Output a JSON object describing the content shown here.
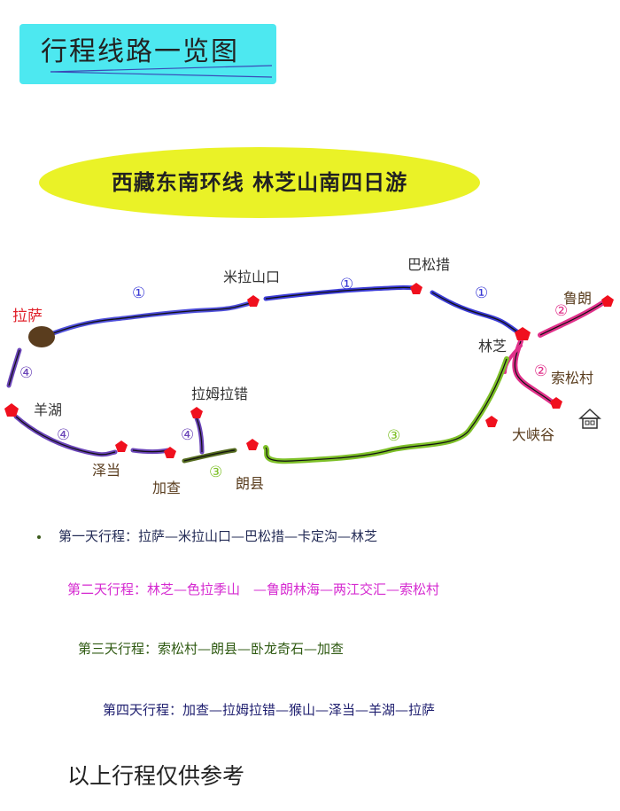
{
  "header": {
    "title": "行程线路一览图"
  },
  "banner": {
    "text": "西藏东南环线  林芝山南四日游"
  },
  "map": {
    "places": {
      "lhasa": "拉萨",
      "milashankou": "米拉山口",
      "basongcuo": "巴松措",
      "lulang": "鲁朗",
      "nyingchi": "林芝",
      "suosongcun": "索松村",
      "daxiagu": "大峡谷",
      "yanghu": "羊湖",
      "zedang": "泽当",
      "jiacha": "加查",
      "lamulacuo": "拉姆拉错",
      "langxian": "朗县"
    },
    "day_markers": {
      "d1": "①",
      "d2": "②",
      "d3": "③",
      "d4": "④"
    },
    "colors": {
      "day1": "#3b3bd6",
      "day2": "#e0308a",
      "day3": "#7ec028",
      "day4": "#6a44b8",
      "stop": "#f0101e",
      "lhasa": "#5a3d1e"
    }
  },
  "itinerary": {
    "day1": "第一天行程：拉萨—米拉山口—巴松措—卡定沟—林芝",
    "day2": "第二天行程：林芝—色拉季山　—鲁朗林海—两江交汇—索松村",
    "day3": "第三天行程：索松村—朗县—卧龙奇石—加查",
    "day4": "第四天行程：加查—拉姆拉错—猴山—泽当—羊湖—拉萨"
  },
  "footer": {
    "note": "以上行程仅供参考"
  }
}
